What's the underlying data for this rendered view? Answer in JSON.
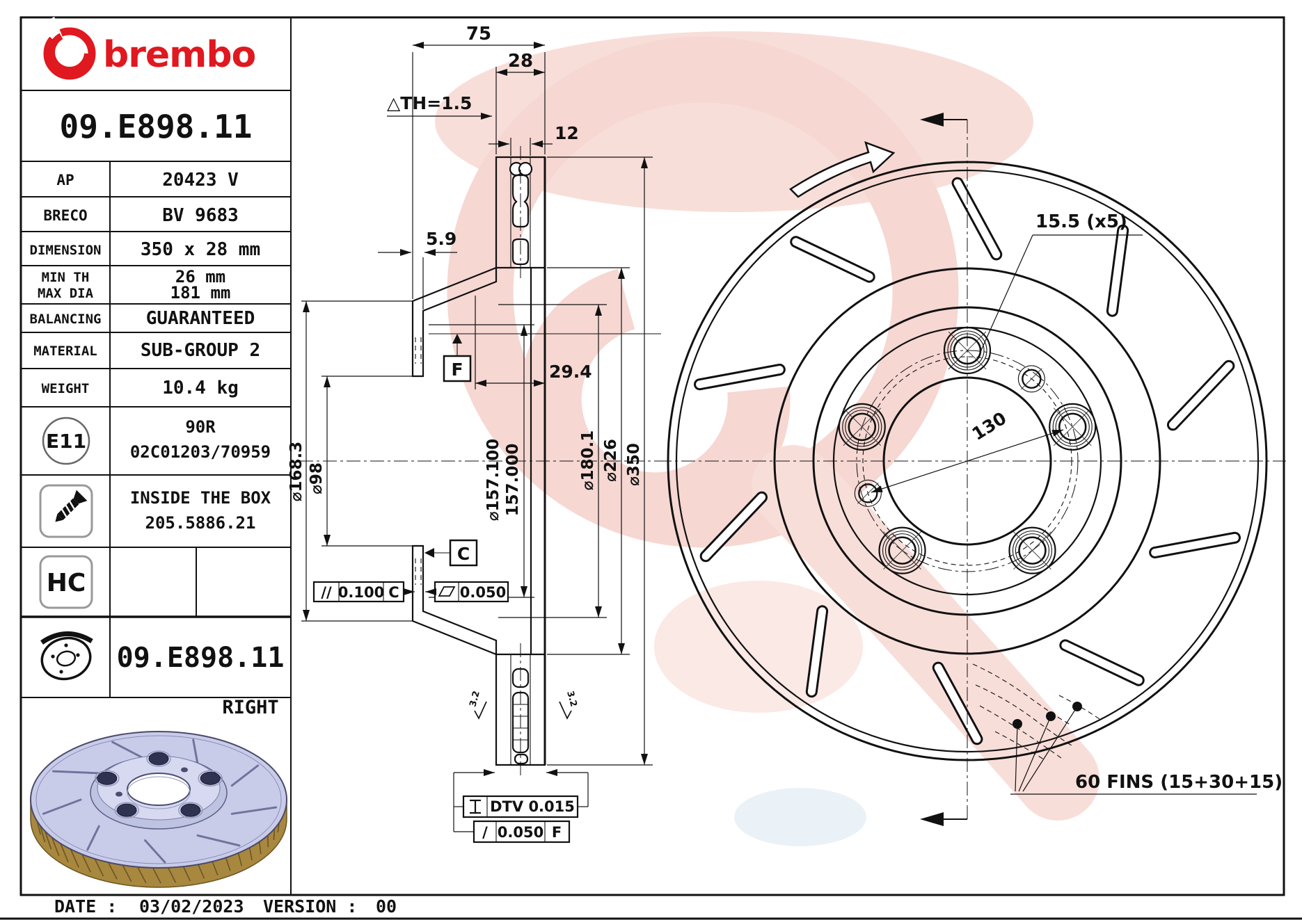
{
  "palette": {
    "brand_red": "#e0181f",
    "watermark_pink": "#f7d9d4",
    "disc_body_lavender": "#c9cce9",
    "disc_edge_gold": "#a8873f"
  },
  "brand": {
    "wordmark": "brembo"
  },
  "part_number": "09.E898.11",
  "table": {
    "ap_label": "AP",
    "ap_value": "20423 V",
    "breco_label": "BRECO",
    "breco_value": "BV 9683",
    "dimension_label": "DIMENSION",
    "dimension_value": "350 x 28 mm",
    "minth_label": "MIN TH",
    "minth_value": "26 mm",
    "maxdia_label": "MAX DIA",
    "maxdia_value": "181 mm",
    "balancing_label": "BALANCING",
    "balancing_value": "GUARANTEED",
    "material_label": "MATERIAL",
    "material_value": "SUB-GROUP 2",
    "weight_label": "WEIGHT",
    "weight_value": "10.4 kg",
    "e11_badge": "E11",
    "e11_line1": "90R",
    "e11_line2": "02C01203/70959",
    "box_line1": "INSIDE THE BOX",
    "box_line2": "205.5886.21",
    "hc_badge": "HC",
    "bottom_part_number": "09.E898.11",
    "side": "RIGHT"
  },
  "footer": {
    "date_label": "DATE :",
    "date_value": "03/02/2023",
    "version_label": "VERSION :",
    "version_value": "00"
  },
  "section_view": {
    "dim_75": "75",
    "dim_28": "28",
    "dim_th": "△TH=1.5",
    "dim_12": "12",
    "dim_5_9": "5.9",
    "dim_29_4": "29.4",
    "dia_157_line1": "⌀157.100",
    "dia_157_line2": "157.000",
    "dia_168": "⌀168.3",
    "dia_98": "⌀98",
    "dia_180": "⌀180.1",
    "dia_226": "⌀226",
    "dia_350": "⌀350",
    "datum_f": "F",
    "datum_c": "C",
    "tol_parallel_sym": "//",
    "tol_parallel_val": "0.100",
    "tol_parallel_datum": "C",
    "tol_flat_val": "0.050",
    "tol_dtv_val": "DTV 0.015",
    "tol_runout_sym": "/",
    "tol_runout_val": "0.050",
    "tol_runout_datum": "F",
    "rough_left": "3.2",
    "rough_right": "3.2"
  },
  "front_view": {
    "bolt_holes": "15.5 (x5)",
    "bolt_circle": "130",
    "fins": "60 FINS (15+30+15)"
  }
}
